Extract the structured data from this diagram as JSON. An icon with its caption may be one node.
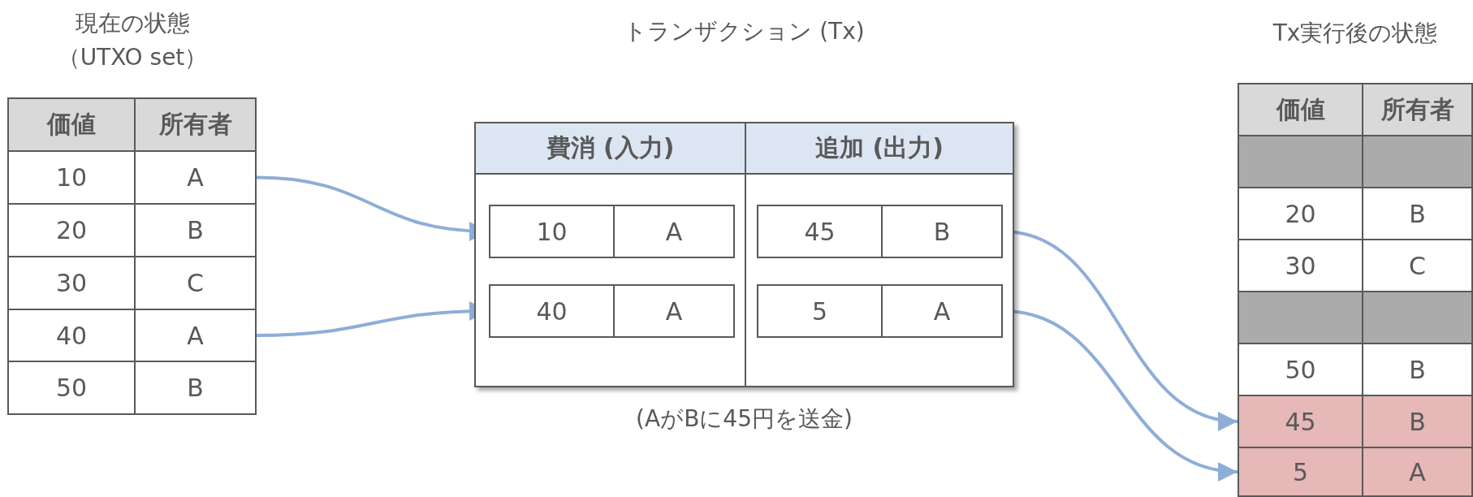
{
  "diagram": {
    "nodes": [
      {
        "text": [
          "現在の状態（UTXO set）"
        ]
      },
      {
        "text": [
          "価値",
          "所有者"
        ],
        "in": 0
      },
      {
        "text": [
          "10",
          "A"
        ],
        "in": 0
      },
      {
        "text": [
          "20",
          "B"
        ],
        "in": 0
      },
      {
        "text": [
          "30",
          "C"
        ],
        "in": 0
      },
      {
        "text": [
          "40",
          "A"
        ],
        "in": 0
      },
      {
        "text": [
          "50",
          "B"
        ],
        "in": 0
      },
      {
        "text": [
          "トランザクション (Tx)"
        ],
        "beside": [
          "(AがBに45円を送金)"
        ]
      },
      {
        "text": [
          "費消 (入力)"
        ],
        "in": 7
      },
      {
        "text": [
          "追加 (出力)"
        ],
        "in": 7
      },
      {
        "text": [
          "10",
          "A"
        ],
        "in": 8
      },
      {
        "text": [
          "40",
          "A"
        ],
        "in": 8
      },
      {
        "text": [
          "45",
          "B"
        ],
        "in": 9
      },
      {
        "text": [
          "5",
          "A"
        ],
        "in": 9
      },
      {
        "text": [
          "Tx実行後の状態"
        ]
      },
      {
        "text": [
          "価値",
          "所有者"
        ],
        "in": 14
      },
      {
        "text": [],
        "shape": "bar",
        "in": 14
      },
      {
        "text": [
          "20",
          "B"
        ],
        "in": 14
      },
      {
        "text": [
          "30",
          "C"
        ],
        "in": 14
      },
      {
        "text": [],
        "shape": "bar",
        "in": 14
      },
      {
        "text": [
          "50",
          "B"
        ],
        "in": 14
      },
      {
        "text": [
          "45",
          "B"
        ],
        "in": 14
      },
      {
        "text": [
          "5",
          "A"
        ],
        "in": 14
      }
    ],
    "edges": [
      {
        "from": 2,
        "to": 10,
        "arrow": "to"
      },
      {
        "from": 5,
        "to": 11,
        "arrow": "to"
      },
      {
        "from": 12,
        "to": 21,
        "arrow": "to"
      },
      {
        "from": 13,
        "to": 22,
        "arrow": "to"
      }
    ]
  }
}
